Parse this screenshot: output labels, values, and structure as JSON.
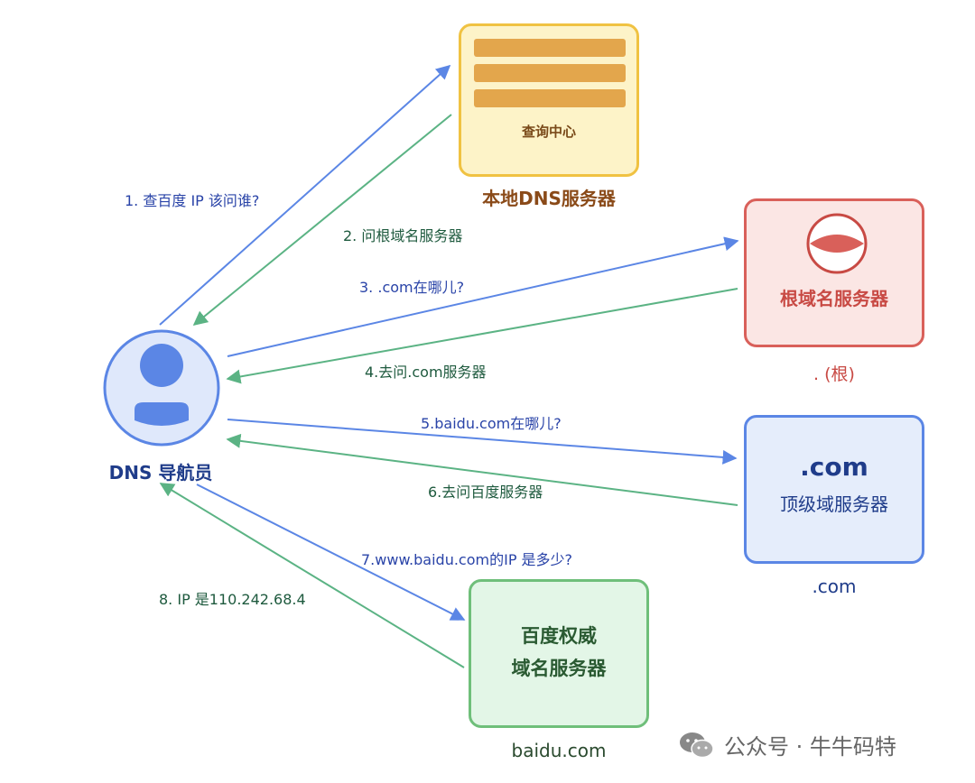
{
  "nodes": {
    "local_dns": {
      "inner_label": "查询中心",
      "caption": "本地DNS服务器"
    },
    "root": {
      "label": "根域名服务器",
      "caption": ". (根)"
    },
    "com": {
      "title": ".com",
      "subtitle": "顶级域服务器",
      "caption": ".com"
    },
    "baidu": {
      "line1": "百度权威",
      "line2": "域名服务器",
      "caption": "baidu.com"
    },
    "navigator": {
      "caption": "DNS 导航员"
    }
  },
  "steps": [
    {
      "label": "1. 查百度 IP 该问谁?",
      "color": "blue"
    },
    {
      "label": "2. 问根域名服务器",
      "color": "green"
    },
    {
      "label": "3. .com在哪儿?",
      "color": "blue"
    },
    {
      "label": "4.去问.com服务器",
      "color": "green"
    },
    {
      "label": "5.baidu.com在哪儿?",
      "color": "blue"
    },
    {
      "label": "6.去问百度服务器",
      "color": "green"
    },
    {
      "label": "7.www.baidu.com的IP 是多少?",
      "color": "blue"
    },
    {
      "label": "8. IP 是110.242.68.4",
      "color": "green"
    }
  ],
  "colors": {
    "request_arrow": "#5b86e5",
    "response_arrow": "#5bb384",
    "local_fill": "#fdf3c8",
    "root_fill": "#fbe6e4",
    "com_fill": "#e5edfb",
    "baidu_fill": "#e3f6e7"
  },
  "watermark": "公众号 · 牛牛码特"
}
